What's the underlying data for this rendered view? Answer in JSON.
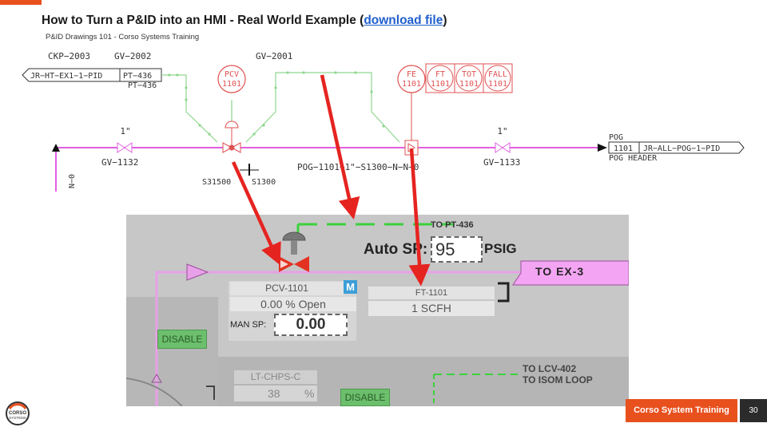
{
  "header": {
    "title": "How to Turn a P&ID into an HMI - Real World Example (",
    "link_text": "download file",
    "title_end": ")",
    "subtitle": "P&ID Drawings 101 - Corso Systems Training"
  },
  "pid": {
    "ckp": "CKP−2003",
    "gv2002": "GV−2002",
    "gv2001": "GV−2001",
    "offpage_left": "JR−HT−EX1−1−PID",
    "pt436_box": "PT−436",
    "pt436": "PT−436",
    "pcv_tag_top": "PCV",
    "pcv_tag_bottom": "1101",
    "bubbles": [
      {
        "top": "FE",
        "bottom": "1101"
      },
      {
        "top": "FT",
        "bottom": "1101"
      },
      {
        "top": "TOT",
        "bottom": "1101"
      },
      {
        "top": "FALL",
        "bottom": "1101"
      }
    ],
    "size_left": "1\"",
    "size_right": "1\"",
    "gv1132": "GV−1132",
    "gv1133": "GV−1133",
    "pipe_spec": "POG−1101−1\"−S1300−N−N−0",
    "s31500": "S31500",
    "s1300": "S1300",
    "n0": "N−0",
    "pog": "POG",
    "pog_num": "1101",
    "offpage_right": "JR−ALL−POG−1−PID",
    "pog_header": "POG HEADER"
  },
  "hmi": {
    "to_pt": "TO PT-436",
    "auto_sp_label": "Auto SP:",
    "auto_sp_value": "95",
    "auto_sp_unit": "PSIG",
    "to_ex3": "TO EX-3",
    "pcv_label": "PCV-1101",
    "mode_badge": "M",
    "pcv_open": "0.00 % Open",
    "man_sp_label": "MAN SP:",
    "man_sp_value": "0.00",
    "ft_label": "FT-1101",
    "ft_value": "1 SCFH",
    "disable_1": "DISABLE",
    "disable_2": "DISABLE",
    "lt_label": "LT-CHPS-C",
    "lt_value": "38",
    "lt_unit": "%",
    "lcv_line1": "TO LCV-402",
    "lcv_line2": "TO ISOM LOOP"
  },
  "footer": {
    "brand_text": "Corso System Training",
    "page_number": "30",
    "logo_text_1": "CORSO",
    "logo_text_2": "SYSTEMS"
  },
  "colors": {
    "accent": "#e8501e",
    "pipe": "#e060e0",
    "signal": "#8fd68f",
    "instrument": "#e05050",
    "arrow": "#e52420"
  }
}
